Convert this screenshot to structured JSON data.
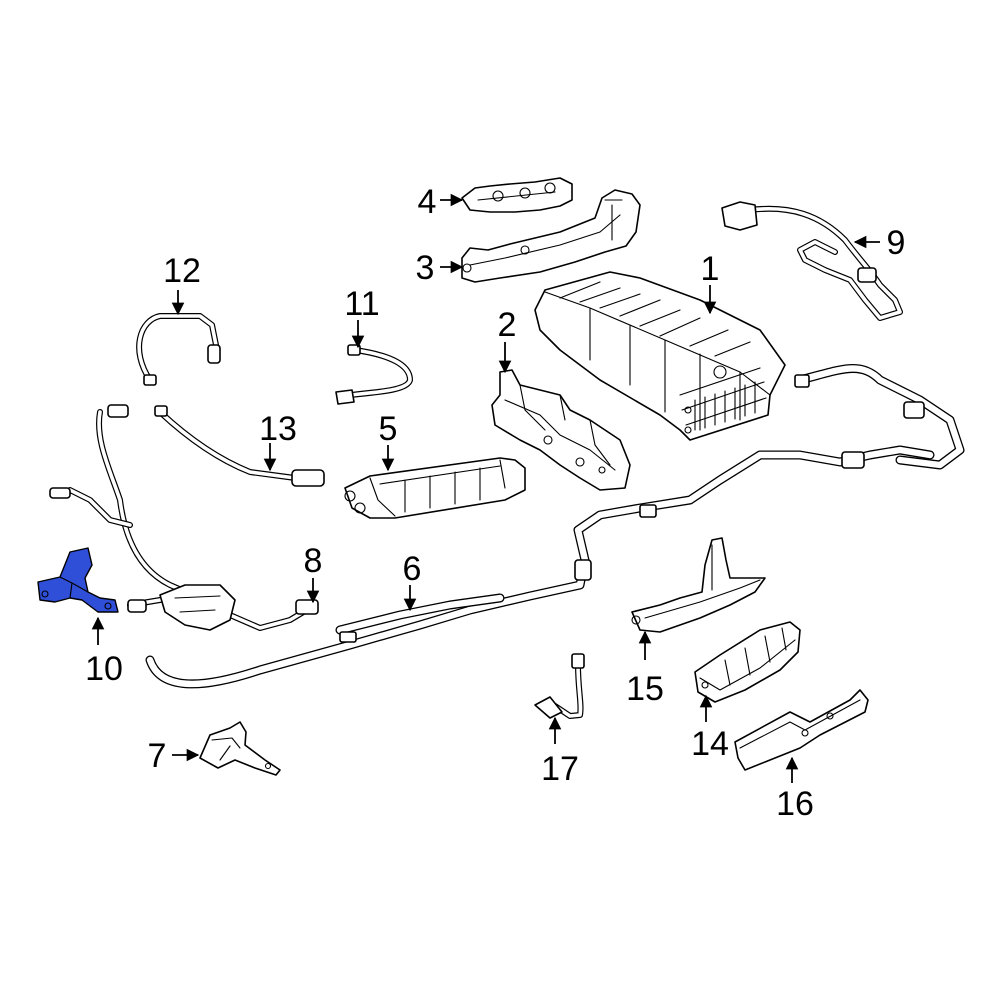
{
  "colors": {
    "highlight": "#2f4fd8",
    "line": "#000000",
    "background": "#ffffff"
  },
  "highlighted_part": "10",
  "callouts": {
    "c1": "1",
    "c2": "2",
    "c3": "3",
    "c4": "4",
    "c5": "5",
    "c6": "6",
    "c7": "7",
    "c8": "8",
    "c9": "9",
    "c10": "10",
    "c11": "11",
    "c12": "12",
    "c13": "13",
    "c14": "14",
    "c15": "15",
    "c16": "16",
    "c17": "17"
  }
}
